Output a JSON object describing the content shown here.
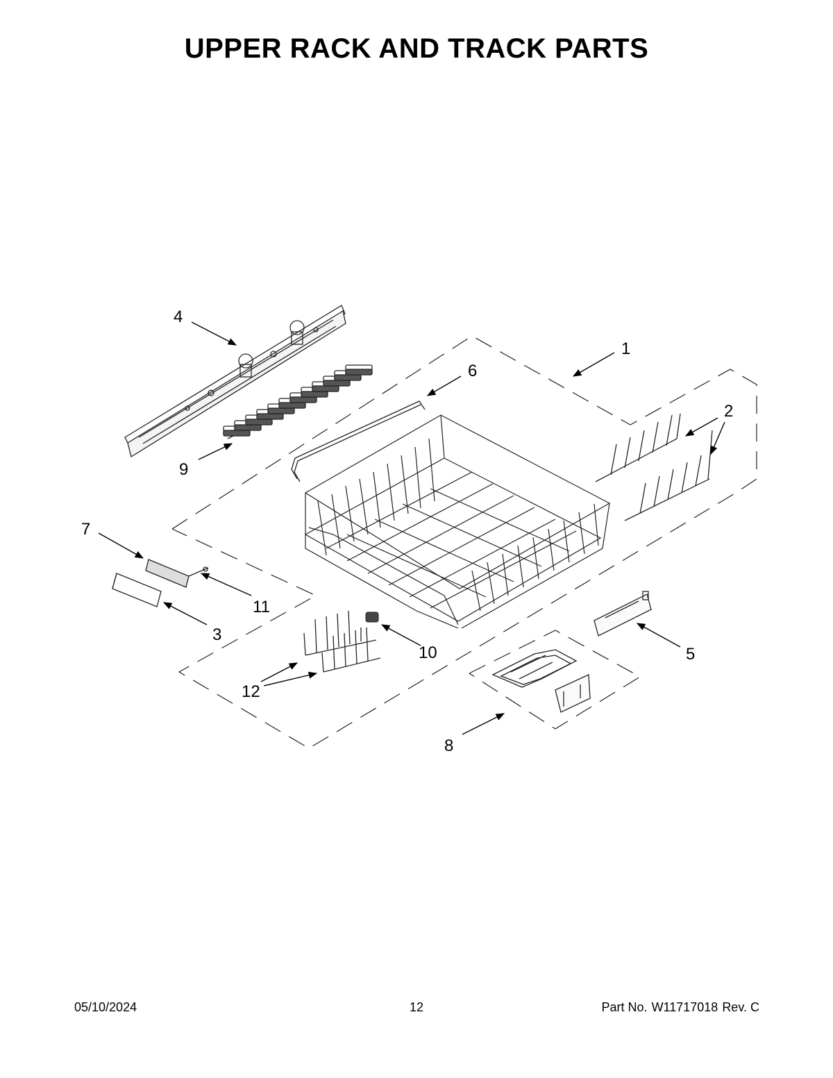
{
  "page": {
    "title": "UPPER RACK AND TRACK PARTS"
  },
  "callouts": [
    "1",
    "2",
    "3",
    "4",
    "5",
    "6",
    "7",
    "8",
    "9",
    "10",
    "11",
    "12"
  ],
  "footer": {
    "date": "05/10/2024",
    "page_number": "12",
    "part_label": "Part No.",
    "part_number": "W11717018",
    "revision": "Rev. C"
  },
  "colors": {
    "ink": "#000000",
    "line": "#222222",
    "background": "#ffffff"
  }
}
